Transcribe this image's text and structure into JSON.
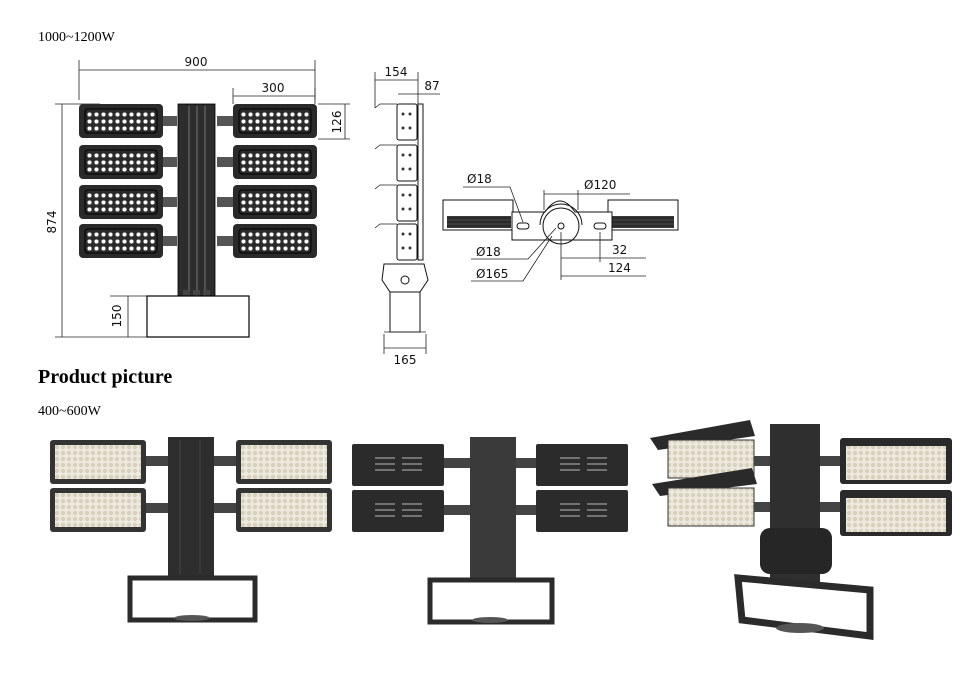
{
  "header": {
    "power_range_top": "1000~1200W",
    "section_title": "Product picture",
    "power_range_bottom": "400~600W"
  },
  "front_view": {
    "width_total": "900",
    "module_width": "300",
    "module_height": "126",
    "height_total": "874",
    "base_height": "150"
  },
  "side_view": {
    "depth_total": "154",
    "module_depth": "87",
    "base_width": "165"
  },
  "top_view": {
    "hole_small_top": "Ø18",
    "ring_outer": "Ø120",
    "hole_small_bottom": "Ø18",
    "arc_outer": "Ø165",
    "offset_small": "32",
    "offset_large": "124"
  },
  "photos": [
    {
      "view": "front-lit"
    },
    {
      "view": "back-housing"
    },
    {
      "view": "angled-with-shields"
    }
  ],
  "colors": {
    "line": "#222222",
    "housing": "#2b2b2b",
    "lens": "#ebe7da"
  }
}
